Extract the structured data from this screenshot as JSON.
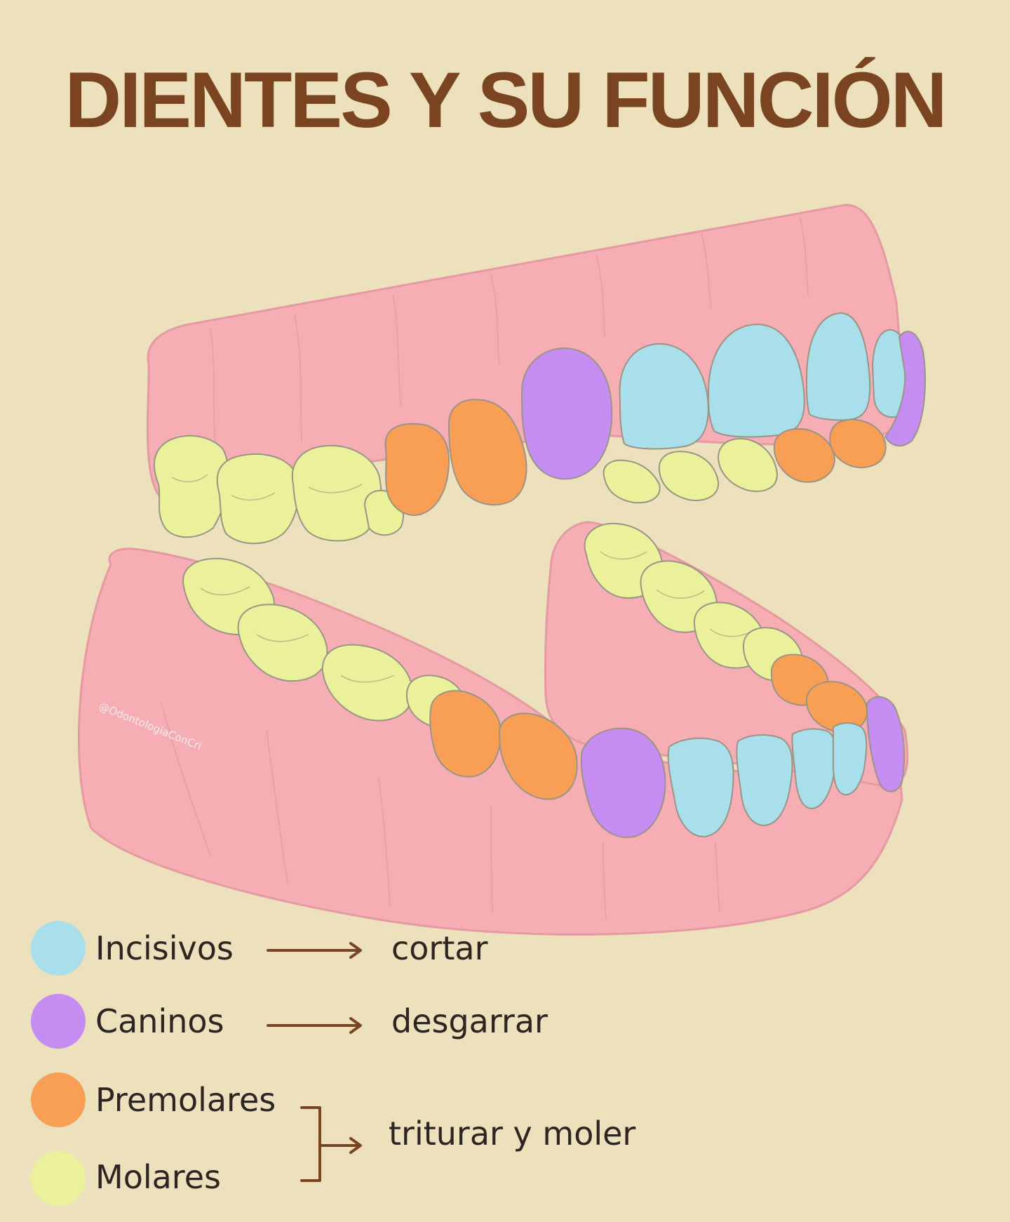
{
  "title": "DIENTES Y SU FUNCIÓN",
  "watermark": "@OdontologiaConCri",
  "colors": {
    "background": "#ece0bd",
    "title": "#7a4421",
    "gum": "#f6aeb4",
    "gum_outline": "#e59aa2",
    "incisivos": "#a9dfea",
    "caninos": "#c58cf2",
    "premolares": "#f99f55",
    "molares": "#ebf19b",
    "arrow": "#7a4421"
  },
  "legend": [
    {
      "tooth": "Incisivos",
      "function": "cortar",
      "color": "#a9dfea"
    },
    {
      "tooth": "Caninos",
      "function": "desgarrar",
      "color": "#c58cf2"
    },
    {
      "tooth": "Premolares",
      "function": "triturar y moler",
      "color": "#f99f55"
    },
    {
      "tooth": "Molares",
      "function": "triturar y moler",
      "color": "#ebf19b"
    }
  ]
}
